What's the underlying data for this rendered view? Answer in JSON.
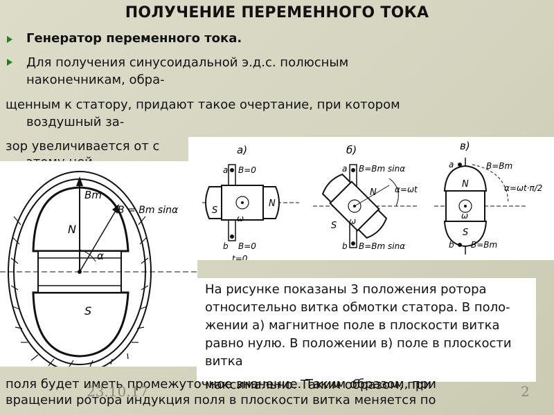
{
  "slide": {
    "title": "ПОЛУЧЕНИЕ ПЕРЕМЕННОГО ТОКА",
    "bullets": [
      "Генератор переменного тока.",
      "Для получения синусоидальной э.д.с. полюсным",
      "наконечникам, обра-"
    ],
    "body_lines": [
      "щенным к статору, придают такое очертание, при котором",
      "воздушный за-",
      "зор увеличивается от с",
      "этому ней"
    ],
    "callout_text": "На рисунке показаны 3 положения ротора относительно витка обмотки статора. В поло- жении а) магнитное поле в плоскости витка равно нулю. В положении в) поле в плоскости витка",
    "callout_overlap": "максимально. Таким образом, при",
    "footer_lines": [
      "поля будет иметь промежуточное значение. Таким образом, при",
      "вращении ротора индукция поля в плоскости витка меняется по"
    ],
    "date": "23.10.17",
    "page_number": "2"
  },
  "figure_left": {
    "labels": [
      "Bm",
      "B = Bm sinα",
      "N",
      "α",
      "S"
    ]
  },
  "figure_right": {
    "panels": [
      {
        "caption": "а)",
        "a": "a",
        "top": "B=0",
        "b": "b",
        "bottom": "B=0",
        "t": "t=0",
        "S": "S",
        "N": "N",
        "w": "ω"
      },
      {
        "caption": "б)",
        "a": "a",
        "top": "B=Bm sinα",
        "b": "b",
        "bottom": "B=Bm sinα",
        "angle": "α=ωt",
        "S": "S",
        "N": "N",
        "w": "ω"
      },
      {
        "caption": "в)",
        "a": "a",
        "top": "B=Bm",
        "b": "b",
        "bottom": "B=Bm",
        "angle": "α=ωt·π/2",
        "S": "S",
        "N": "N",
        "w": "ω"
      }
    ]
  },
  "colors": {
    "background": "#d6d6c2",
    "bullet_arrow": "#2d7a20",
    "footer_text": "#8a8a78"
  }
}
